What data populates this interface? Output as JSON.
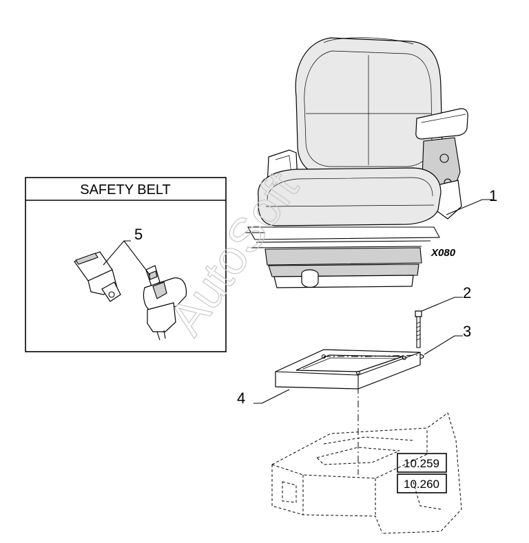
{
  "inset": {
    "title": "SAFETY BELT"
  },
  "callouts": {
    "c1": "1",
    "c2": "2",
    "c3": "3",
    "c4": "4",
    "c5": "5"
  },
  "figure_code": "X080",
  "references": {
    "ref1": "10.259",
    "ref2": "10.260"
  },
  "watermark": "AutoSoft"
}
